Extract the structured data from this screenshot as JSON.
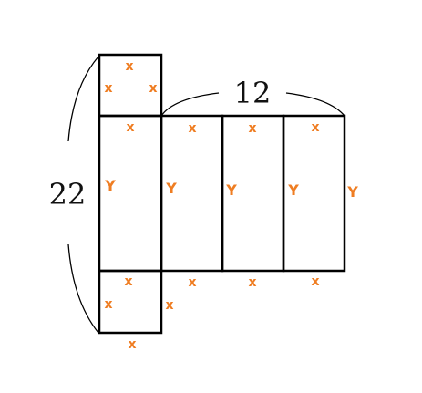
{
  "diagram": {
    "dimensions": {
      "height_value": "22",
      "width_value": "12"
    },
    "symbols": {
      "x": "x",
      "y": "Y"
    },
    "colors": {
      "line": "#000000",
      "label": "#ef7d22",
      "dimension_text": "#111111"
    }
  }
}
